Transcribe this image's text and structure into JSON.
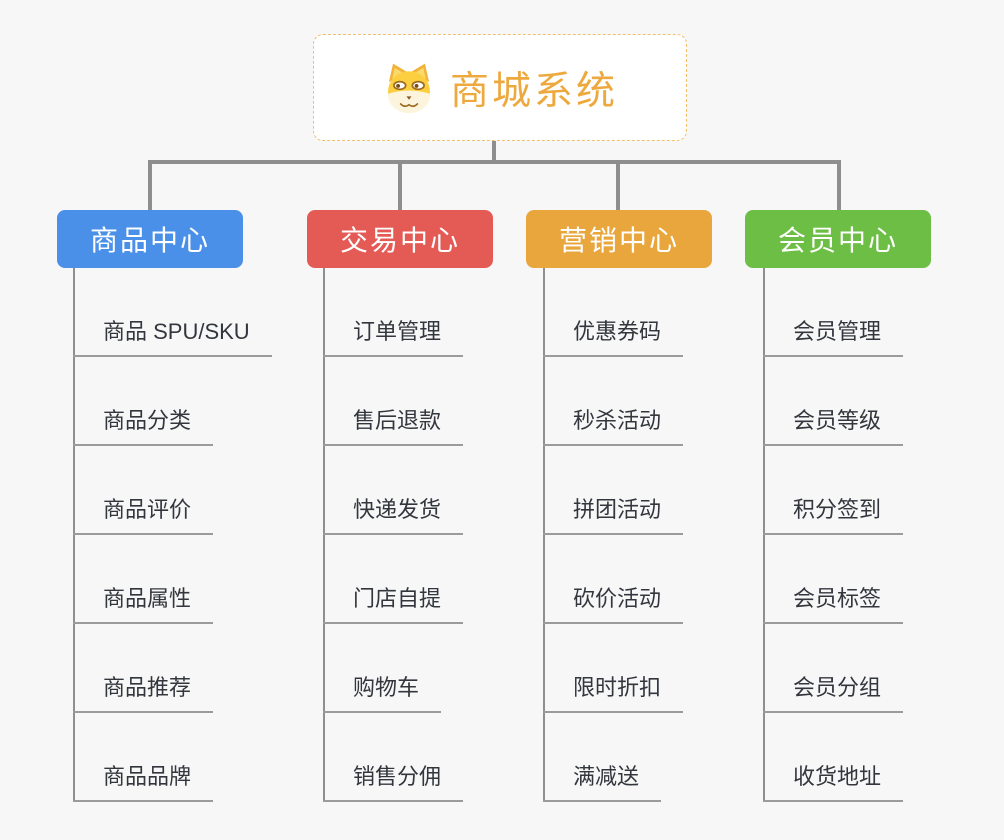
{
  "root": {
    "title": "商城系统",
    "accent": "#eda93e",
    "icon": "doge-icon"
  },
  "connector_color": "#8e8e8e",
  "branches": [
    {
      "label": "商品中心",
      "color": "#4a90e8",
      "items": [
        "商品 SPU/SKU",
        "商品分类",
        "商品评价",
        "商品属性",
        "商品推荐",
        "商品品牌"
      ]
    },
    {
      "label": "交易中心",
      "color": "#e45a55",
      "items": [
        "订单管理",
        "售后退款",
        "快递发货",
        "门店自提",
        "购物车",
        "销售分佣"
      ]
    },
    {
      "label": "营销中心",
      "color": "#e9a63c",
      "items": [
        "优惠券码",
        "秒杀活动",
        "拼团活动",
        "砍价活动",
        "限时折扣",
        "满减送"
      ]
    },
    {
      "label": "会员中心",
      "color": "#6cbe44",
      "items": [
        "会员管理",
        "会员等级",
        "积分签到",
        "会员标签",
        "会员分组",
        "收货地址"
      ]
    }
  ]
}
